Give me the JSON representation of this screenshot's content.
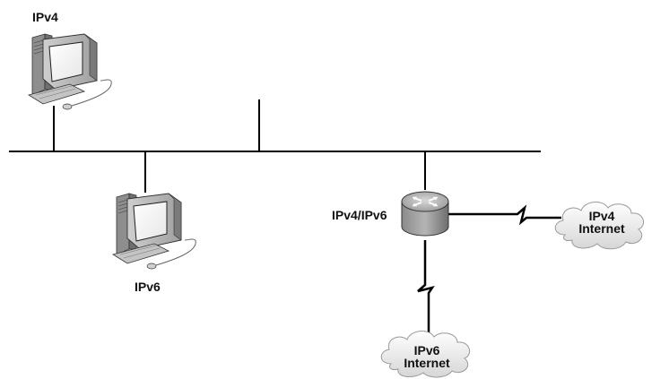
{
  "labels": {
    "pc_top": "IPv4",
    "pc_bottom": "IPv6",
    "router": "IPv4/IPv6",
    "cloud_v4_line1": "IPv4",
    "cloud_v4_line2": "Internet",
    "cloud_v6_line1": "IPv6",
    "cloud_v6_line2": "Internet"
  },
  "nodes": [
    {
      "id": "pc-ipv4",
      "type": "computer",
      "label": "IPv4"
    },
    {
      "id": "pc-ipv6",
      "type": "computer",
      "label": "IPv6"
    },
    {
      "id": "router",
      "type": "router",
      "label": "IPv4/IPv6"
    },
    {
      "id": "cloud-ipv4",
      "type": "cloud",
      "label": "IPv4 Internet"
    },
    {
      "id": "cloud-ipv6",
      "type": "cloud",
      "label": "IPv6 Internet"
    }
  ],
  "links": [
    {
      "from": "pc-ipv4",
      "to": "lan-bus",
      "kind": "ethernet"
    },
    {
      "from": "pc-ipv6",
      "to": "lan-bus",
      "kind": "ethernet"
    },
    {
      "from": "router",
      "to": "lan-bus",
      "kind": "ethernet"
    },
    {
      "from": "router",
      "to": "cloud-ipv4",
      "kind": "serial"
    },
    {
      "from": "router",
      "to": "cloud-ipv6",
      "kind": "serial"
    }
  ]
}
